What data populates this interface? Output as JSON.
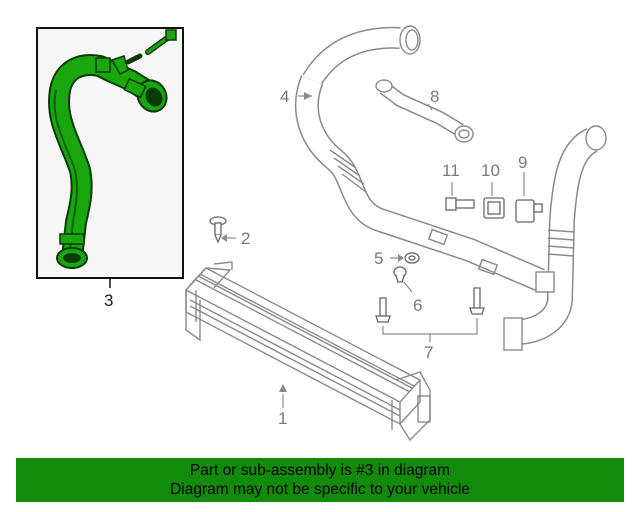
{
  "diagram": {
    "callouts": [
      "1",
      "2",
      "3",
      "4",
      "5",
      "6",
      "7",
      "8",
      "9",
      "10",
      "11"
    ]
  },
  "banner": {
    "line1": "Part or sub-assembly is #3 in diagram",
    "line2": "Diagram may not be specific to your vehicle",
    "color": "#128a0a"
  },
  "colors": {
    "highlight_part": "#18a80e",
    "line_art": "#8a8a8a",
    "inset_background": "#f6f6f6"
  }
}
